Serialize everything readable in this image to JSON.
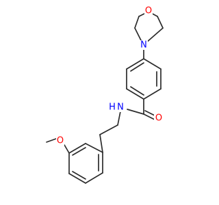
{
  "molecule": {
    "atoms": {
      "o_morpholine": "O",
      "n_morpholine": "N",
      "o_carbonyl": "O",
      "n_amide": "N",
      "h_amide": "H",
      "o_methoxy": "O"
    },
    "colors": {
      "oxygen": "#ff0000",
      "nitrogen": "#0000ff",
      "hydrogen": "#0000ff",
      "bond": "#2b2b2b"
    }
  }
}
